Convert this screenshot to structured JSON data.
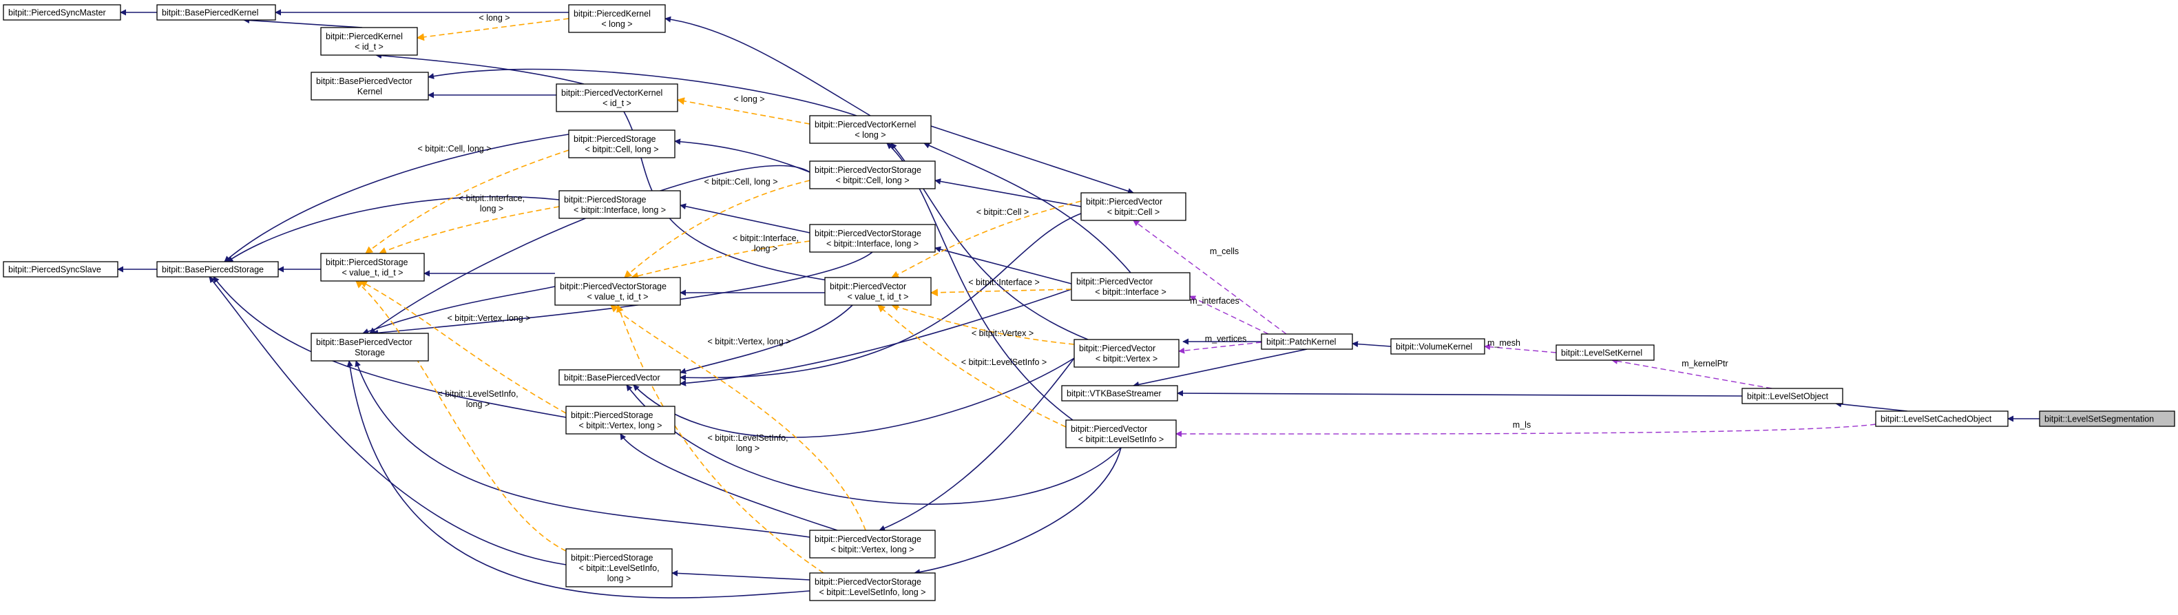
{
  "nodes": {
    "piercedSyncMaster": {
      "lines": [
        "bitpit::PiercedSyncMaster"
      ]
    },
    "basePiercedKernel": {
      "lines": [
        "bitpit::BasePiercedKernel"
      ]
    },
    "piercedKernelIdT": {
      "lines": [
        "bitpit::PiercedKernel",
        "< id_t >"
      ]
    },
    "piercedKernelLong": {
      "lines": [
        "bitpit::PiercedKernel",
        "< long >"
      ]
    },
    "basePiercedVectorKernel": {
      "lines": [
        "bitpit::BasePiercedVector",
        "Kernel"
      ]
    },
    "piercedVectorKernelIdT": {
      "lines": [
        "bitpit::PiercedVectorKernel",
        "< id_t >"
      ]
    },
    "piercedVectorKernelLong": {
      "lines": [
        "bitpit::PiercedVectorKernel",
        "< long >"
      ]
    },
    "piercedStorageCell": {
      "lines": [
        "bitpit::PiercedStorage",
        "< bitpit::Cell, long >"
      ]
    },
    "piercedVectorStorageCell": {
      "lines": [
        "bitpit::PiercedVectorStorage",
        "< bitpit::Cell, long >"
      ]
    },
    "piercedVectorCell": {
      "lines": [
        "bitpit::PiercedVector",
        "< bitpit::Cell >"
      ]
    },
    "piercedStorageInterface": {
      "lines": [
        "bitpit::PiercedStorage",
        "< bitpit::Interface, long >"
      ]
    },
    "piercedVectorStorageInterface": {
      "lines": [
        "bitpit::PiercedVectorStorage",
        "< bitpit::Interface, long >"
      ]
    },
    "piercedSyncSlave": {
      "lines": [
        "bitpit::PiercedSyncSlave"
      ]
    },
    "basePiercedStorage": {
      "lines": [
        "bitpit::BasePiercedStorage"
      ]
    },
    "piercedStorageValueT": {
      "lines": [
        "bitpit::PiercedStorage",
        "< value_t, id_t >"
      ]
    },
    "piercedVectorStorageValueT": {
      "lines": [
        "bitpit::PiercedVectorStorage",
        "< value_t, id_t >"
      ]
    },
    "piercedVectorValueT": {
      "lines": [
        "bitpit::PiercedVector",
        "< value_t, id_t >"
      ]
    },
    "piercedVectorInterface": {
      "lines": [
        "bitpit::PiercedVector",
        "< bitpit::Interface >"
      ]
    },
    "patchKernel": {
      "lines": [
        "bitpit::PatchKernel"
      ]
    },
    "volumeKernel": {
      "lines": [
        "bitpit::VolumeKernel"
      ]
    },
    "levelSetKernel": {
      "lines": [
        "bitpit::LevelSetKernel"
      ]
    },
    "basePiercedVectorStorage": {
      "lines": [
        "bitpit::BasePiercedVector",
        "Storage"
      ]
    },
    "piercedVectorVertex": {
      "lines": [
        "bitpit::PiercedVector",
        "< bitpit::Vertex >"
      ]
    },
    "basePiercedVector": {
      "lines": [
        "bitpit::BasePiercedVector"
      ]
    },
    "vtkBaseStreamer": {
      "lines": [
        "bitpit::VTKBaseStreamer"
      ]
    },
    "levelSetObject": {
      "lines": [
        "bitpit::LevelSetObject"
      ]
    },
    "piercedStorageVertex": {
      "lines": [
        "bitpit::PiercedStorage",
        "< bitpit::Vertex, long >"
      ]
    },
    "piercedVectorLevelSetInfo": {
      "lines": [
        "bitpit::PiercedVector",
        "< bitpit::LevelSetInfo >"
      ]
    },
    "levelSetCachedObject": {
      "lines": [
        "bitpit::LevelSetCachedObject"
      ]
    },
    "levelSetSegmentation": {
      "lines": [
        "bitpit::LevelSetSegmentation"
      ]
    },
    "piercedVectorStorageVertex": {
      "lines": [
        "bitpit::PiercedVectorStorage",
        "< bitpit::Vertex, long >"
      ]
    },
    "piercedStorageLevelSetInfo": {
      "lines": [
        "bitpit::PiercedStorage",
        "< bitpit::LevelSetInfo,",
        "long >"
      ]
    },
    "piercedVectorStorageLevelSetInfo": {
      "lines": [
        "bitpit::PiercedVectorStorage",
        "< bitpit::LevelSetInfo, long >"
      ]
    }
  },
  "edge_labels": {
    "long_kernel": "< long >",
    "long_vector_kernel": "< long >",
    "cell_long_storage": "< bitpit::Cell, long >",
    "cell_long_vstorage": "< bitpit::Cell, long >",
    "interface_long_storage": [
      "< bitpit::Interface,",
      "long >"
    ],
    "interface_long_vstorage": [
      "< bitpit::Interface,",
      "long >"
    ],
    "cell_vector": "< bitpit::Cell >",
    "interface_vector": "< bitpit::Interface >",
    "vertex_vector": "< bitpit::Vertex >",
    "levelsetinfo_vector": "< bitpit::LevelSetInfo >",
    "vertex_long_storage": "< bitpit::Vertex, long >",
    "vertex_long_vstorage": "< bitpit::Vertex, long >",
    "levelsetinfo_long_storage": [
      "< bitpit::LevelSetInfo,",
      "long >"
    ],
    "levelsetinfo_long_vstorage": [
      "< bitpit::LevelSetInfo,",
      "long >"
    ],
    "m_cells": "m_cells",
    "m_interfaces": "m_interfaces",
    "m_vertices": "m_vertices",
    "m_mesh": "m_mesh",
    "m_kernelPtr": "m_kernelPtr",
    "m_ls": "m_ls"
  },
  "colors": {
    "inheritance": "#191970",
    "template": "#ffa500",
    "usage": "#9a32cd",
    "focus_fill": "#bfbfbf"
  }
}
